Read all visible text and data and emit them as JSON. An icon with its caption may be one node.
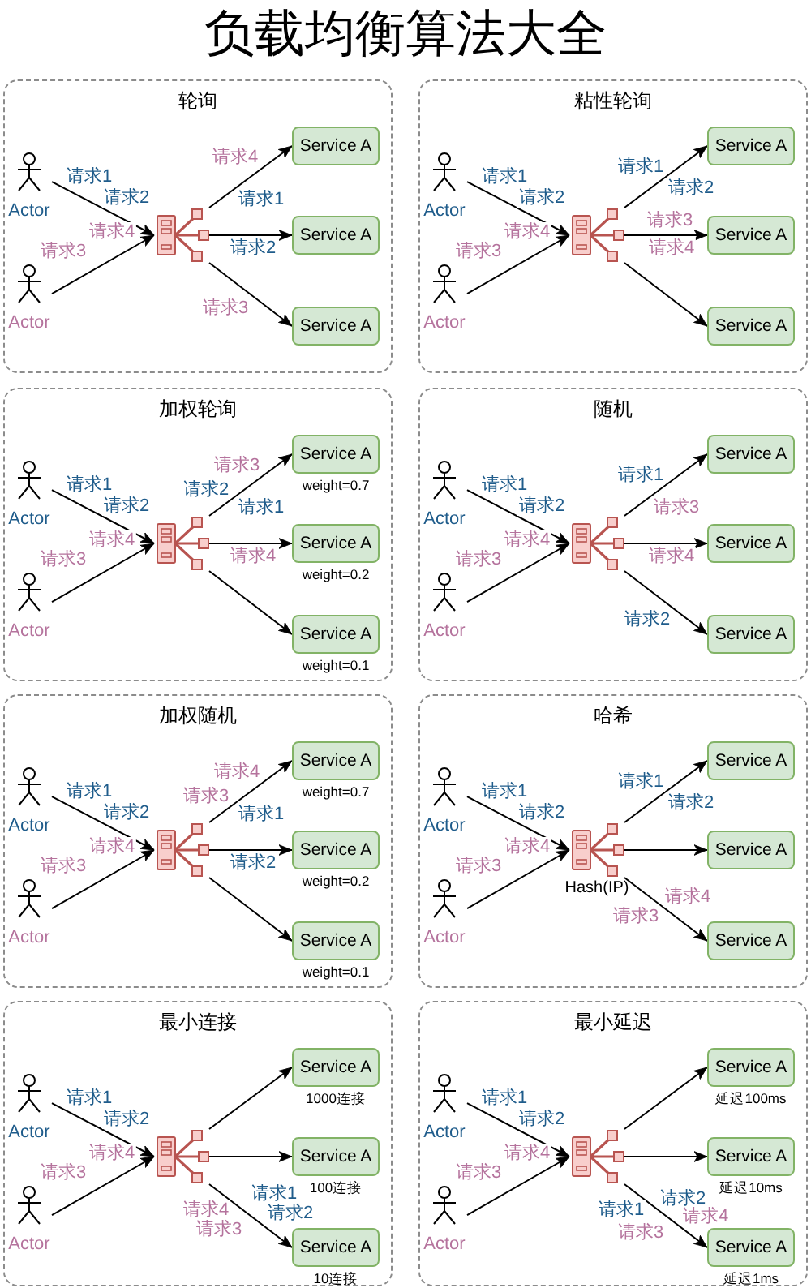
{
  "diagram": {
    "title": "负载均衡算法大全",
    "nodes": [
      {
        "text": [
          "轮询"
        ]
      },
      {
        "text": [
          "Actor"
        ],
        "in": 0
      },
      {
        "text": [
          "Actor"
        ],
        "in": 0
      },
      {
        "text": [],
        "shape": "picture",
        "in": 0
      },
      {
        "text": [
          "Service A"
        ],
        "in": 0
      },
      {
        "text": [
          "Service A"
        ],
        "in": 0
      },
      {
        "text": [
          "Service A"
        ],
        "in": 0
      },
      {
        "text": [
          "粘性轮询"
        ]
      },
      {
        "text": [
          "Actor"
        ],
        "in": 7
      },
      {
        "text": [
          "Actor"
        ],
        "in": 7
      },
      {
        "text": [],
        "shape": "picture",
        "in": 7
      },
      {
        "text": [
          "Service A"
        ],
        "in": 7
      },
      {
        "text": [
          "Service A"
        ],
        "in": 7
      },
      {
        "text": [
          "Service A"
        ],
        "in": 7
      },
      {
        "text": [
          "加权轮询"
        ]
      },
      {
        "text": [
          "Actor"
        ],
        "in": 14
      },
      {
        "text": [
          "Actor"
        ],
        "in": 14
      },
      {
        "text": [],
        "shape": "picture",
        "in": 14
      },
      {
        "text": [
          "Service A"
        ],
        "in": 14,
        "beside": [
          "weight=0.7"
        ]
      },
      {
        "text": [
          "Service A"
        ],
        "in": 14,
        "beside": [
          "weight=0.2"
        ]
      },
      {
        "text": [
          "Service A"
        ],
        "in": 14,
        "beside": [
          "weight=0.1"
        ]
      },
      {
        "text": [
          "随机"
        ]
      },
      {
        "text": [
          "Actor"
        ],
        "in": 21
      },
      {
        "text": [
          "Actor"
        ],
        "in": 21
      },
      {
        "text": [],
        "shape": "picture",
        "in": 21
      },
      {
        "text": [
          "Service A"
        ],
        "in": 21
      },
      {
        "text": [
          "Service A"
        ],
        "in": 21
      },
      {
        "text": [
          "Service A"
        ],
        "in": 21
      },
      {
        "text": [
          "加权随机"
        ]
      },
      {
        "text": [
          "Actor"
        ],
        "in": 28
      },
      {
        "text": [
          "Actor"
        ],
        "in": 28
      },
      {
        "text": [],
        "shape": "picture",
        "in": 28
      },
      {
        "text": [
          "Service A"
        ],
        "in": 28,
        "beside": [
          "weight=0.7"
        ]
      },
      {
        "text": [
          "Service A"
        ],
        "in": 28,
        "beside": [
          "weight=0.2"
        ]
      },
      {
        "text": [
          "Service A"
        ],
        "in": 28,
        "beside": [
          "weight=0.1"
        ]
      },
      {
        "text": [
          "哈希"
        ]
      },
      {
        "text": [
          "Actor"
        ],
        "in": 35
      },
      {
        "text": [
          "Actor"
        ],
        "in": 35
      },
      {
        "text": [],
        "shape": "picture",
        "in": 35,
        "beside": [
          "Hash(IP)"
        ]
      },
      {
        "text": [
          "Service A"
        ],
        "in": 35
      },
      {
        "text": [
          "Service A"
        ],
        "in": 35
      },
      {
        "text": [
          "Service A"
        ],
        "in": 35
      },
      {
        "text": [
          "最小连接"
        ]
      },
      {
        "text": [
          "Actor"
        ],
        "in": 42
      },
      {
        "text": [
          "Actor"
        ],
        "in": 42
      },
      {
        "text": [],
        "shape": "picture",
        "in": 42
      },
      {
        "text": [
          "Service A"
        ],
        "in": 42,
        "beside": [
          "1000连接"
        ]
      },
      {
        "text": [
          "Service A"
        ],
        "in": 42,
        "beside": [
          "100连接"
        ]
      },
      {
        "text": [
          "Service A"
        ],
        "in": 42,
        "beside": [
          "10连接"
        ]
      },
      {
        "text": [
          "最小延迟"
        ]
      },
      {
        "text": [
          "Actor"
        ],
        "in": 49
      },
      {
        "text": [
          "Actor"
        ],
        "in": 49
      },
      {
        "text": [],
        "shape": "picture",
        "in": 49
      },
      {
        "text": [
          "Service A"
        ],
        "in": 49,
        "beside": [
          "延迟100ms"
        ]
      },
      {
        "text": [
          "Service A"
        ],
        "in": 49,
        "beside": [
          "延迟10ms"
        ]
      },
      {
        "text": [
          "Service A"
        ],
        "in": 49,
        "beside": [
          "延迟1ms"
        ]
      }
    ],
    "edges": [
      {
        "from": 1,
        "to": 3,
        "arrow": "to"
      },
      {
        "from": 2,
        "to": 3,
        "arrow": "to"
      },
      {
        "from": 3,
        "to": 4,
        "arrow": "to"
      },
      {
        "from": 3,
        "to": 5,
        "arrow": "to"
      },
      {
        "from": 3,
        "to": 6,
        "arrow": "to"
      },
      {
        "from": 8,
        "to": 10,
        "arrow": "to"
      },
      {
        "from": 9,
        "to": 10,
        "arrow": "to"
      },
      {
        "from": 10,
        "to": 11,
        "arrow": "to"
      },
      {
        "from": 10,
        "to": 12,
        "arrow": "to"
      },
      {
        "from": 10,
        "to": 13,
        "arrow": "to"
      },
      {
        "from": 15,
        "to": 17,
        "arrow": "to"
      },
      {
        "from": 16,
        "to": 17,
        "arrow": "to"
      },
      {
        "from": 17,
        "to": 18,
        "arrow": "to"
      },
      {
        "from": 17,
        "to": 19,
        "arrow": "to"
      },
      {
        "from": 17,
        "to": 20,
        "arrow": "to"
      },
      {
        "from": 22,
        "to": 24,
        "arrow": "to"
      },
      {
        "from": 23,
        "to": 24,
        "arrow": "to"
      },
      {
        "from": 24,
        "to": 25,
        "arrow": "to"
      },
      {
        "from": 24,
        "to": 26,
        "arrow": "to"
      },
      {
        "from": 24,
        "to": 27,
        "arrow": "to"
      },
      {
        "from": 29,
        "to": 31,
        "arrow": "to"
      },
      {
        "from": 30,
        "to": 31,
        "arrow": "to"
      },
      {
        "from": 31,
        "to": 32,
        "arrow": "to"
      },
      {
        "from": 31,
        "to": 33,
        "arrow": "to"
      },
      {
        "from": 31,
        "to": 34,
        "arrow": "to"
      },
      {
        "from": 36,
        "to": 38,
        "arrow": "to"
      },
      {
        "from": 37,
        "to": 38,
        "arrow": "to"
      },
      {
        "from": 38,
        "to": 39,
        "arrow": "to"
      },
      {
        "from": 38,
        "to": 40,
        "arrow": "to"
      },
      {
        "from": 38,
        "to": 41,
        "arrow": "to"
      },
      {
        "from": 43,
        "to": 45,
        "arrow": "to"
      },
      {
        "from": 44,
        "to": 45,
        "arrow": "to"
      },
      {
        "from": 45,
        "to": 46,
        "arrow": "to"
      },
      {
        "from": 45,
        "to": 47,
        "arrow": "to"
      },
      {
        "from": 45,
        "to": 48,
        "arrow": "to"
      },
      {
        "from": 50,
        "to": 52,
        "arrow": "to"
      },
      {
        "from": 51,
        "to": 52,
        "arrow": "to"
      },
      {
        "from": 52,
        "to": 53,
        "arrow": "to"
      },
      {
        "from": 52,
        "to": 54,
        "arrow": "to"
      },
      {
        "from": 52,
        "to": 55,
        "arrow": "to"
      }
    ],
    "labels": [
      "请求1",
      "请求2",
      "请求4",
      "请求3",
      "请求4",
      "请求1",
      "请求2",
      "请求3",
      "请求1",
      "请求2",
      "请求4",
      "请求3",
      "请求1",
      "请求2",
      "请求3",
      "请求4",
      "请求1",
      "请求2",
      "请求4",
      "请求3",
      "请求3",
      "请求2",
      "请求1",
      "请求4",
      "请求1",
      "请求2",
      "请求4",
      "请求3",
      "请求1",
      "请求3",
      "请求4",
      "请求2",
      "请求1",
      "请求2",
      "请求4",
      "请求3",
      "请求4",
      "请求3",
      "请求1",
      "请求2",
      "请求1",
      "请求2",
      "请求4",
      "请求3",
      "请求1",
      "请求2",
      "请求4",
      "请求3",
      "请求1",
      "请求2",
      "请求4",
      "请求3",
      "请求4",
      "请求1",
      "请求3",
      "请求2",
      "请求1",
      "请求2",
      "请求4",
      "请求3",
      "请求2",
      "请求1",
      "请求4",
      "请求3"
    ]
  }
}
